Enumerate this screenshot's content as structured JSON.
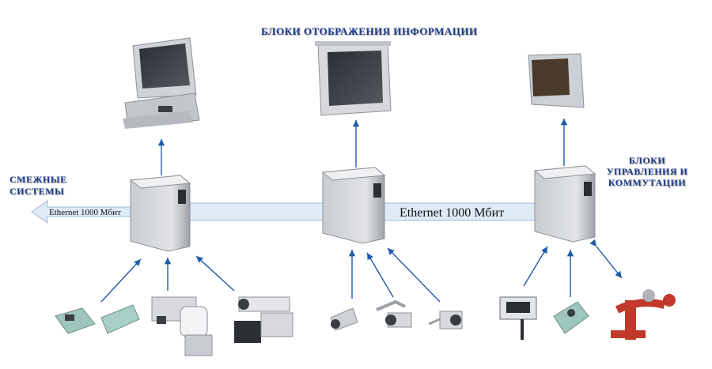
{
  "labels": {
    "display_units": "БЛОКИ ОТОБРАЖЕНИЯ ИНФОРМАЦИИ",
    "adjacent_line1": "СМЕЖНЫЕ",
    "adjacent_line2": "СИСТЕМЫ",
    "control_line1": "БЛОКИ",
    "control_line2": "УПРАВЛЕНИЯ И",
    "control_line3": "КОММУТАЦИИ"
  },
  "links": {
    "left_ethernet": "Ethernet 1000 Мбит",
    "main_ethernet": "Ethernet 1000 Мбит"
  },
  "colors": {
    "label": "#1b3a8c",
    "arrow": "#1f5aa8",
    "bus": "#dfeaf7",
    "cabinet": "#d4d7db"
  }
}
